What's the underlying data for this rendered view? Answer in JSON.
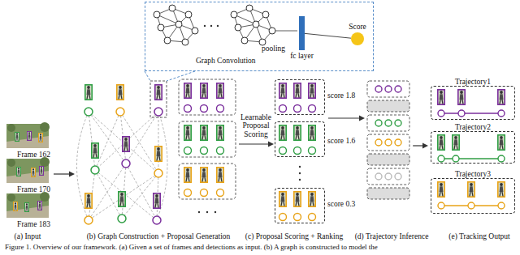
{
  "diagram": {
    "caption": "Figure 1. Overview of our framework. (a) Given a set of frames and detections as input. (b) A graph is constructed to model the",
    "nodes": [
      {
        "text": [
          "Frame 162"
        ]
      },
      {
        "text": [
          "Frame 170"
        ]
      },
      {
        "text": [
          "Frame 183"
        ]
      },
      {
        "text": [
          "Graph Convolution"
        ]
      },
      {
        "text": [
          "fc layer"
        ],
        "in": 3
      },
      {
        "text": [
          "Score"
        ],
        "in": 3
      },
      {
        "text": [
          "score 1.8"
        ]
      },
      {
        "text": [
          "score 1.6"
        ]
      },
      {
        "text": [
          "score 0.3"
        ]
      },
      {
        "text": [
          "Trajectory1"
        ]
      },
      {
        "text": [
          "Trajectory2"
        ]
      },
      {
        "text": [
          "Trajectory3"
        ]
      }
    ],
    "edges": [
      {
        "from": 4,
        "to": 5,
        "arrow": "none"
      }
    ],
    "labels": [
      "pooling",
      "Learnable Proposal Scoring",
      "(a) Input",
      "(b) Graph Construction + Proposal Generation",
      "(c) Proposal Scoring + Ranking",
      "(d) Trajectory Inference",
      "(e) Tracking Output"
    ]
  }
}
